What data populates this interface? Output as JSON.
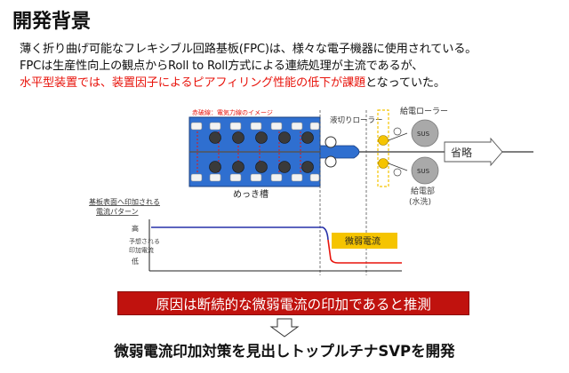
{
  "slide": {
    "title": "開発背景",
    "intro_line1": "薄く折り曲げ可能なフレキシブル回路基板(FPC)は、様々な電子機器に使用されている。",
    "intro_line2": "FPCは生産性向上の観点からRoll to Roll方式による連続処理が主流であるが、",
    "intro_line3_red": "水平型装置では、装置因子によるピアフィリング性能の低下が課題",
    "intro_line3_rest": "となっていた。"
  },
  "diagram": {
    "field_label": "赤破線：電気力線のイメージ",
    "cutter_roller_label": "液切りローラー",
    "feed_roller_label": "給電ローラー",
    "sus_label_top": "SUS",
    "sus_label_bottom": "SUS",
    "omitted_label": "省略",
    "tank_label": "めっき槽",
    "feed_section_label_1": "給電部",
    "feed_section_label_2": "(水洗)",
    "accent_blue": "#2f6fd0",
    "accent_red": "#e8140c",
    "roller_yellow": "#f5c400"
  },
  "graph": {
    "title_line1": "基板表面へ印加される",
    "title_line2": "電流パターン",
    "y_label_line1": "予想される",
    "y_label_line2": "印加電流",
    "y_high": "高",
    "y_low": "低",
    "weak_current_label": "微弱電流",
    "high_level_color": "#2630a8",
    "low_level_color": "#e8140c"
  },
  "cause": {
    "text": "原因は断続的な微弱電流の印加であると推測"
  },
  "conclusion": {
    "text": "微弱電流印加対策を見出しトップルチナSVPを開発"
  }
}
